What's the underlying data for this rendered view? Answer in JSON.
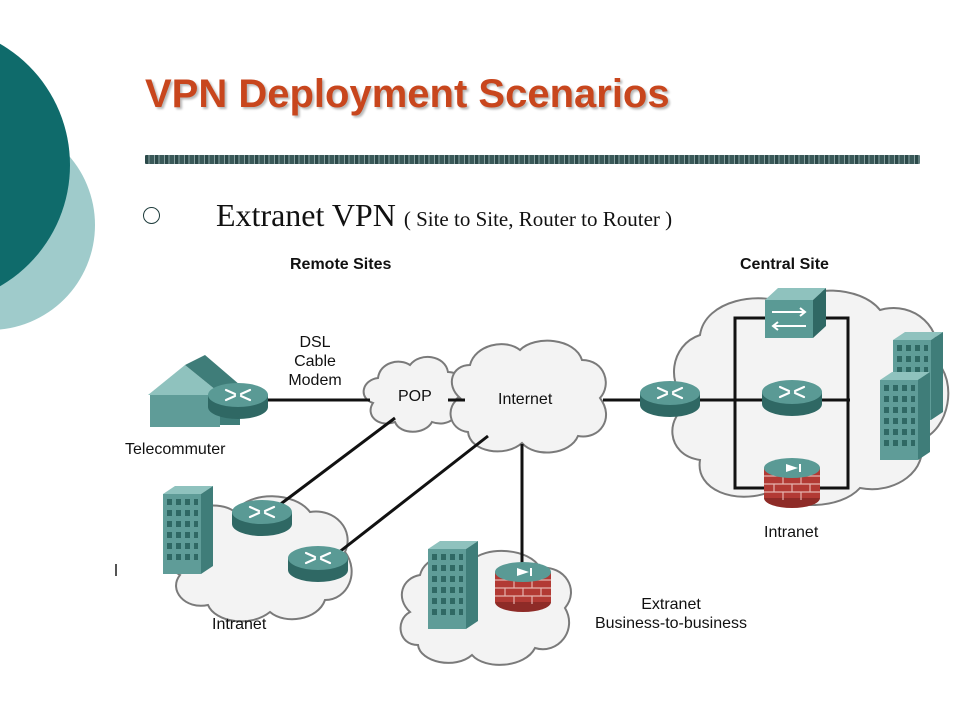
{
  "slide": {
    "title": "VPN Deployment Scenarios",
    "bullet_main": "Extranet VPN",
    "bullet_sub": "( Site to Site, Router to Router )"
  },
  "colors": {
    "title": "#c8461d",
    "circle_dark": "#0f6b6b",
    "circle_light": "#9fcbcb",
    "cloud_fill": "#f3f3f3",
    "cloud_stroke": "#7a7a7a",
    "router": "#3f7f7a",
    "building": "#5f9c98",
    "firewall": "#b23a34",
    "link": "#111111"
  },
  "diagram": {
    "remote_sites_heading": "Remote Sites",
    "central_site_heading": "Central Site",
    "access_label_lines": [
      "DSL",
      "Cable",
      "Modem"
    ],
    "telecommuter_label": "Telecommuter",
    "pop_label": "POP",
    "internet_label": "Internet",
    "intranet_left_label": "Intranet",
    "intranet_central_label": "Intranet",
    "extranet_label_lines": [
      "Extranet",
      "Business-to-business"
    ],
    "icons": {
      "router": "router-icon",
      "switch": "switch-icon",
      "firewall": "firewall-icon",
      "building": "building-icon",
      "house": "house-icon"
    }
  }
}
